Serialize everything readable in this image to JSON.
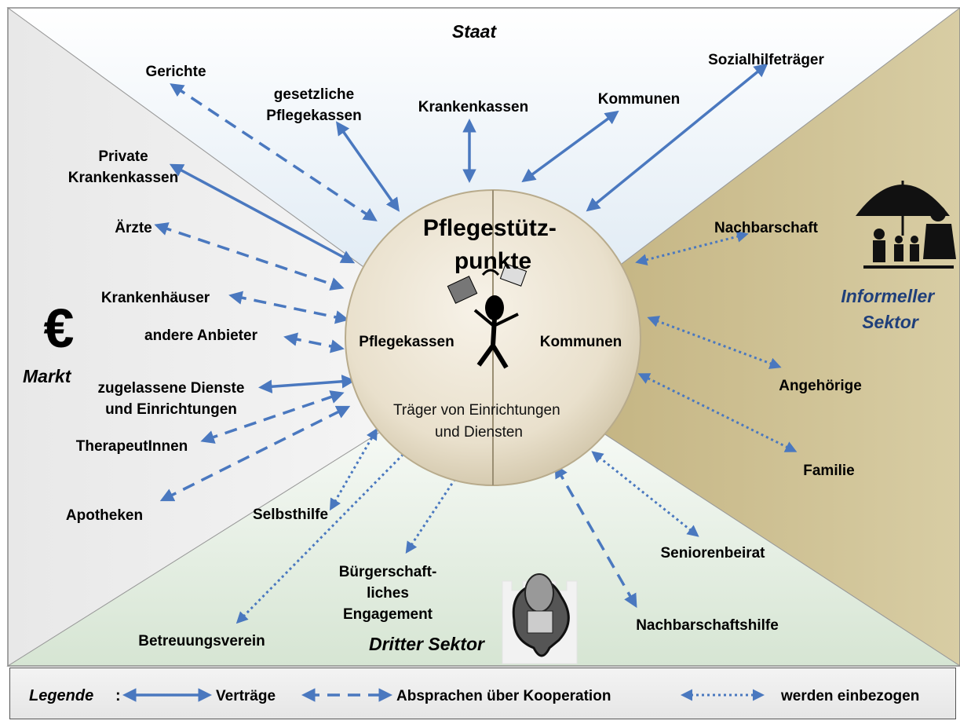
{
  "sectors": {
    "staat": "Staat",
    "markt": "Markt",
    "informeller": "Informeller Sektor",
    "dritter": "Dritter Sektor"
  },
  "center": {
    "title": "Pflegestütz-punkte",
    "left": "Pflegekassen",
    "right": "Kommunen",
    "bottom": "Träger von Einrichtungen und Diensten"
  },
  "actors": [
    {
      "label": "Gerichte",
      "relation": "Absprachen über Kooperation"
    },
    {
      "label": "gesetzliche Pflegekassen",
      "relation": "Verträge"
    },
    {
      "label": "Krankenkassen",
      "relation": "Verträge"
    },
    {
      "label": "Kommunen",
      "relation": "Verträge"
    },
    {
      "label": "Sozialhilfeträger",
      "relation": "Verträge"
    },
    {
      "label": "Private Krankenkassen",
      "relation": "Verträge"
    },
    {
      "label": "Ärzte",
      "relation": "Absprachen über Kooperation"
    },
    {
      "label": "Krankenhäuser",
      "relation": "Absprachen über Kooperation"
    },
    {
      "label": "andere Anbieter",
      "relation": "Absprachen über Kooperation"
    },
    {
      "label": "zugelassene Dienste und Einrichtungen",
      "relation": "Verträge"
    },
    {
      "label": "TherapeutInnen",
      "relation": "Absprachen über Kooperation"
    },
    {
      "label": "Apotheken",
      "relation": "Absprachen über Kooperation"
    },
    {
      "label": "Nachbarschaft",
      "relation": "werden einbezogen"
    },
    {
      "label": "Angehörige",
      "relation": "werden einbezogen"
    },
    {
      "label": "Familie",
      "relation": "werden einbezogen"
    },
    {
      "label": "Selbsthilfe",
      "relation": "werden einbezogen"
    },
    {
      "label": "Betreuungsverein",
      "relation": "werden einbezogen"
    },
    {
      "label": "Bürgerschaft-liches Engagement",
      "relation": "werden einbezogen"
    },
    {
      "label": "Seniorenbeirat",
      "relation": "werden einbezogen"
    },
    {
      "label": "Nachbarschaftshilfe",
      "relation": "Absprachen über Kooperation"
    }
  ],
  "euro_symbol": "€",
  "legend": {
    "title": "Legende",
    "colon": ":",
    "solid": "Verträge",
    "dashed": "Absprachen über Kooperation",
    "dotted": "werden einbezogen"
  },
  "colors": {
    "arrow": "#4a78bf",
    "informal_sector": "#c9b98a",
    "staat_sector": "#e6eef6",
    "markt_sector": "#ececec",
    "dritter_sector": "#dde9dd"
  }
}
